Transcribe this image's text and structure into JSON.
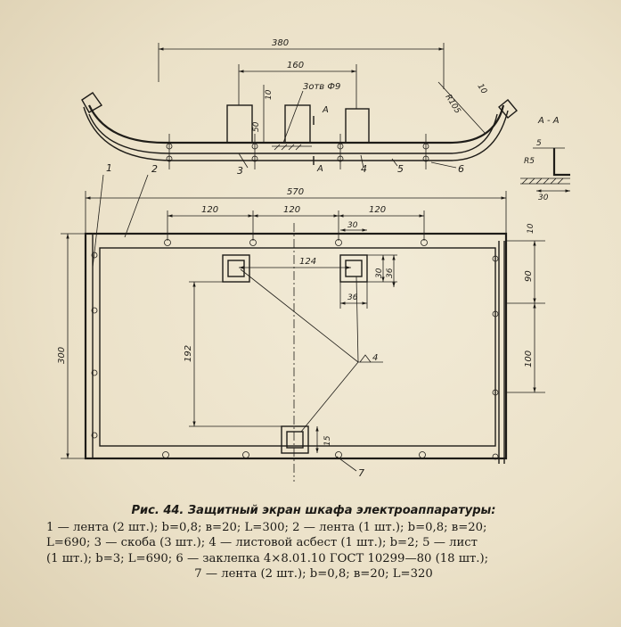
{
  "figure": {
    "dimensions": {
      "d380": "380",
      "d160": "160",
      "d10_top": "10",
      "d50": "50",
      "holes": "3отв Ф9",
      "sectionA_left": "A",
      "sectionA_right": "A",
      "r105": "R105",
      "d10_r": "10",
      "d570": "570",
      "d120_1": "120",
      "d120_2": "120",
      "d120_3": "120",
      "d30_top": "30",
      "d10_side": "10",
      "d90": "90",
      "d124": "124",
      "d30_bracket": "30",
      "d36_v": "36",
      "d36_h": "36",
      "d300": "300",
      "d192": "192",
      "d100": "100",
      "d15": "15",
      "weld": "4"
    },
    "section": {
      "title": "A - A",
      "d5": "5",
      "r5": "R5",
      "d30": "30"
    },
    "callouts": [
      "1",
      "2",
      "3",
      "4",
      "5",
      "6",
      "7"
    ]
  },
  "caption": {
    "title": "Рис. 44. Защитный экран шкафа электроаппаратуры:",
    "line1": "1 — лента (2 шт.); b=0,8; в=20; L=300; 2 — лента (1 шт.); b=0,8; в=20;",
    "line2": "L=690; 3 — скоба (3 шт.); 4 — листовой асбест (1 шт.); b=2; 5 — лист",
    "line3": "(1 шт.); b=3; L=690; 6 — заклепка 4×8.01.10 ГОСТ 10299—80 (18 шт.);",
    "line4": "7 — лента (2 шт.); b=0,8; в=20; L=320"
  }
}
